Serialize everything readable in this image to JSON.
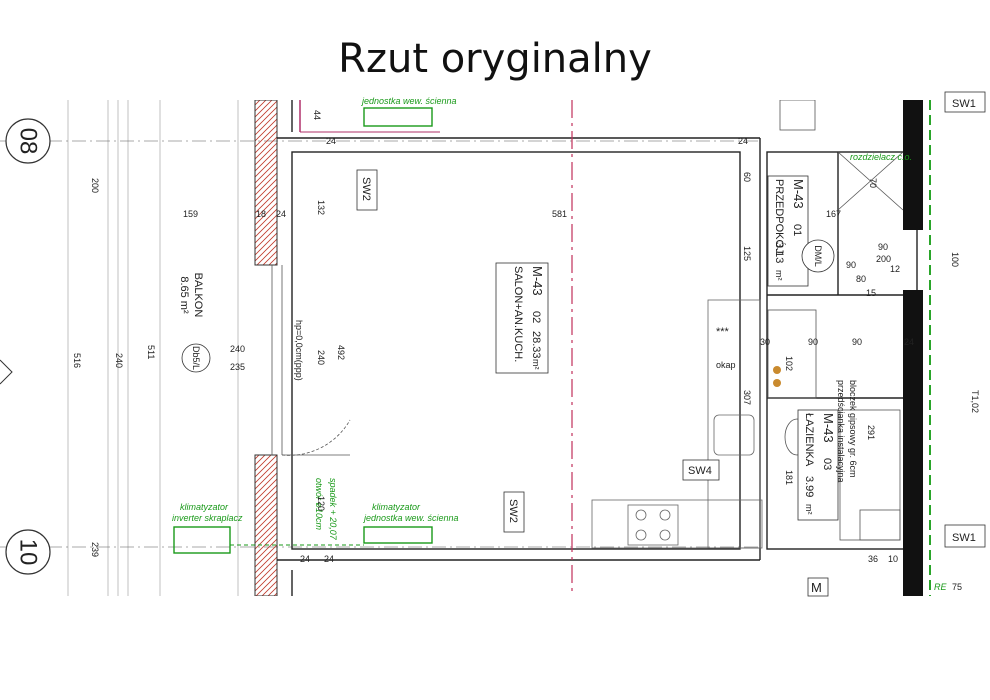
{
  "title": "Rzut oryginalny",
  "axes": {
    "a08": "08",
    "a10": "10"
  },
  "rooms": {
    "salon": {
      "code": "M-43",
      "num": "02",
      "name": "SALON+AN.KUCH.",
      "area": "28.33",
      "unit": "m²"
    },
    "przedpokoj": {
      "code": "M-43",
      "num": "01",
      "name": "PRZEDPOKÓJ",
      "area": "3.13",
      "unit": "m²"
    },
    "lazienka": {
      "code": "M-43",
      "num": "03",
      "name": "ŁAZIENKA",
      "area": "3.99",
      "unit": "m²"
    },
    "balkon": {
      "name": "BALKON",
      "area": "8.65 m²"
    },
    "bottom": {
      "code": "M"
    }
  },
  "tags": {
    "sw1_top": "SW1",
    "sw1_bottom": "SW1",
    "sw2_top": "SW2",
    "sw2_bottom": "SW2",
    "sw4": "SW4",
    "dm": "DM/L",
    "db": "Db5/L"
  },
  "notes": {
    "klim1": "klimatyzator",
    "inverter": "inverter skraplacz",
    "klim2": "klimatyzator",
    "jednostka": "jednostka wew. ścienna",
    "jednostka_top": "jednostka wew. ścienna",
    "otwor1": "otwór ø10cm",
    "otwor2": "spadek + 20,07",
    "rozdzielacz": "rozdzielacz c.o.",
    "przed1": "przedścianka instalacyjna",
    "przed2": "bloczek gipsowy gr. 6cm",
    "okap": "okap",
    "stars": "***",
    "hp": "hp=0,0cm(ppp)",
    "re": "RE",
    "edge": "T1,02"
  },
  "dims": {
    "d200": "200",
    "d159": "159",
    "d516": "516",
    "d240a": "240",
    "d511": "511",
    "d240b": "240",
    "d235": "235",
    "d239": "239",
    "d18": "18",
    "d24a": "24",
    "d24b": "24",
    "d24c": "24",
    "d44": "44",
    "d132": "132",
    "d581": "581",
    "d492": "492",
    "d240c": "240",
    "d120": "120",
    "d24d": "24",
    "d24e": "24",
    "d60": "60",
    "d70": "70",
    "d167": "167",
    "d125": "125",
    "d90a": "90",
    "d90b": "90",
    "d200b": "200",
    "d12": "12",
    "d80": "80",
    "d15": "15",
    "d100": "100",
    "d90c": "90",
    "d90d": "90",
    "d30": "30",
    "d24f": "24",
    "d102": "102",
    "d307": "307",
    "d291": "291",
    "d181": "181",
    "d36": "36",
    "d10": "10",
    "d75": "75"
  }
}
